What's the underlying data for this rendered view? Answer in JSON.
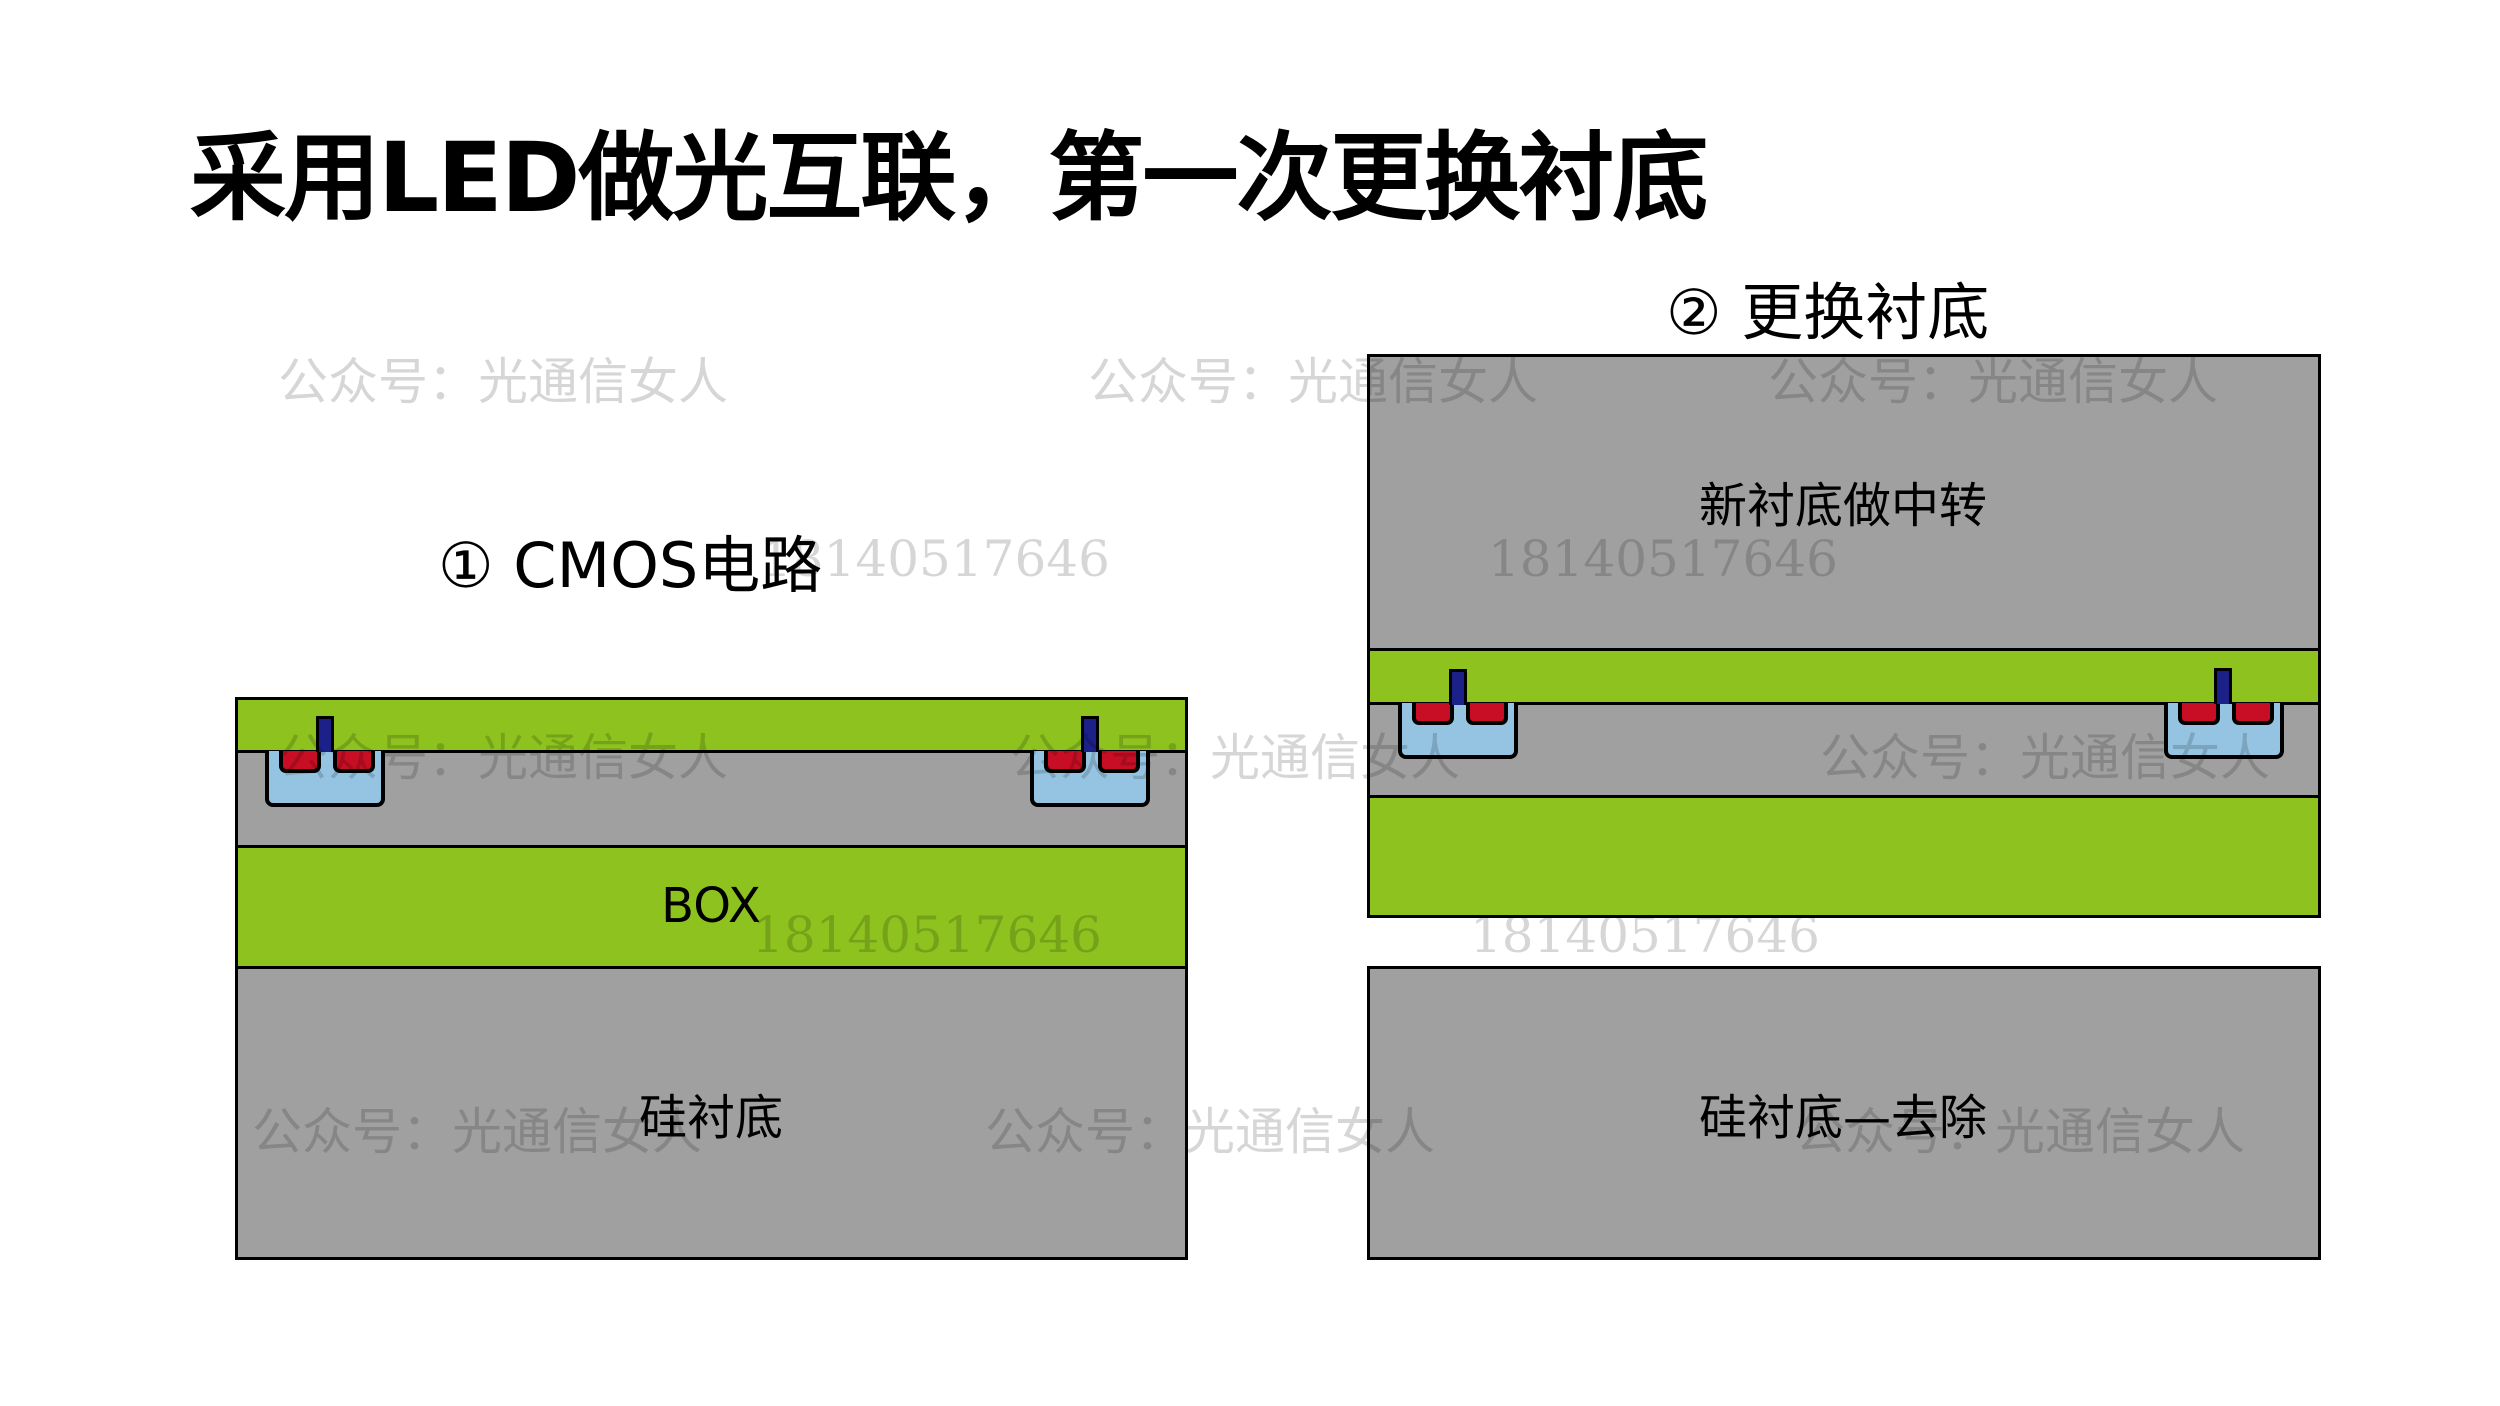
{
  "title": "采用LED做光互联，第一次更换衬底",
  "step1": {
    "label": "① CMOS电路",
    "box_label": "BOX",
    "substrate_label": "硅衬底"
  },
  "step2": {
    "label": "② 更换衬底",
    "new_substrate_label": "新衬底做中转",
    "removed_substrate_label": "硅衬底—去除"
  },
  "watermarks": {
    "account": "公众号：光通信女人",
    "phone": "18140517646"
  },
  "colors": {
    "oxide": "#8dc21f",
    "silicon": "#9fa09f",
    "well": "#95c4e2",
    "doping": "#c80e24",
    "contact": "#1c2089"
  }
}
